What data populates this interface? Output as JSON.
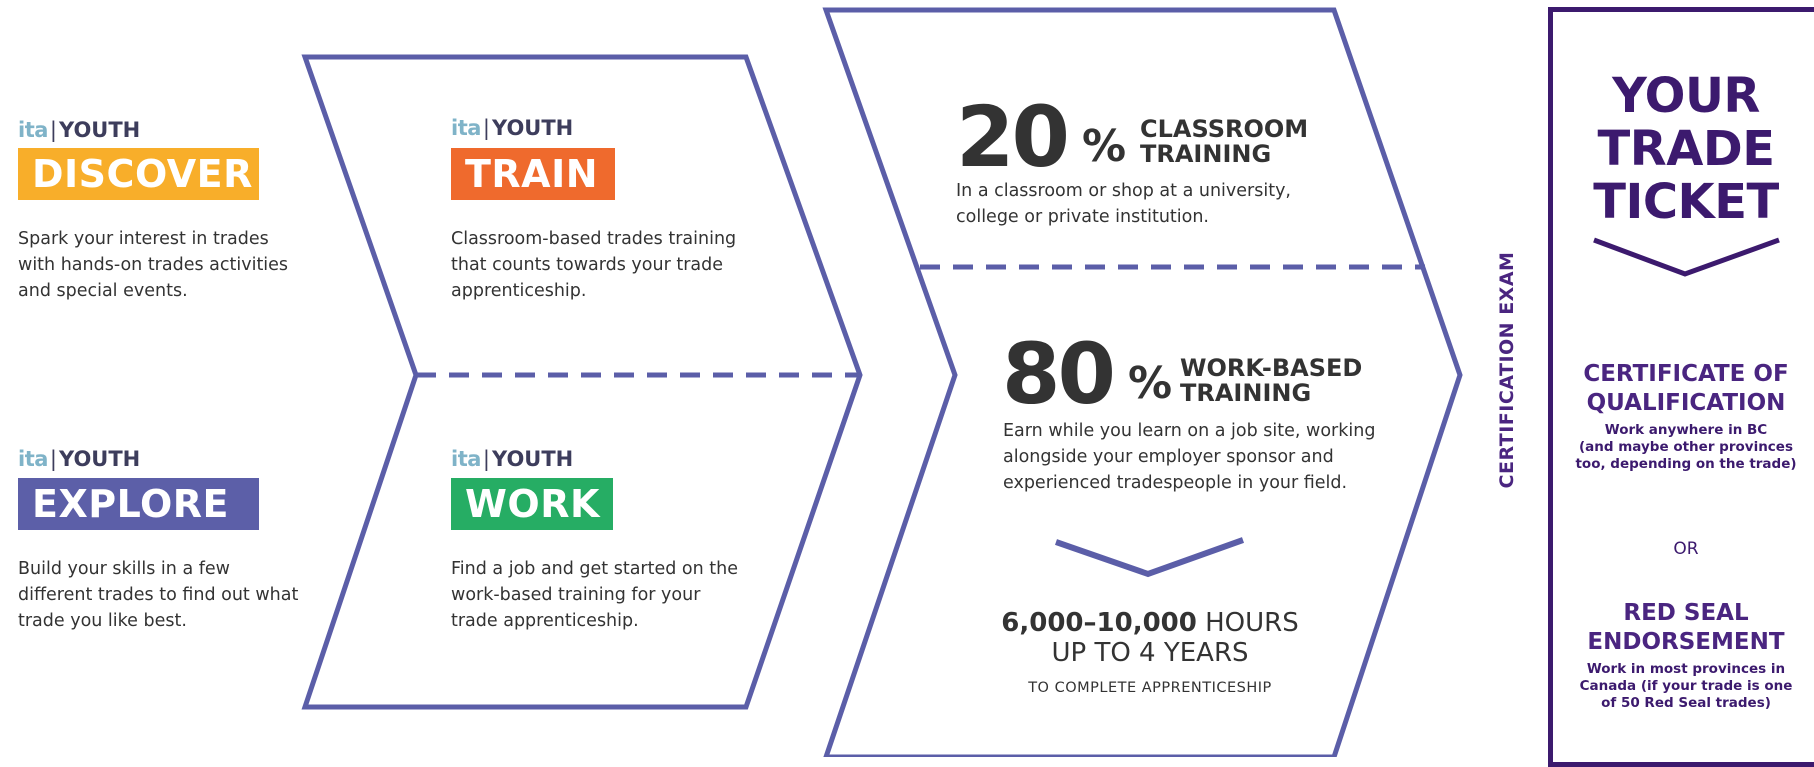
{
  "brand": {
    "prefix": "ita",
    "suffix": "YOUTH"
  },
  "colors": {
    "frame": "#5b5ea8",
    "discover": "#f8ae2a",
    "train": "#ef6a2d",
    "explore": "#5c5fa8",
    "work": "#26ad64",
    "ticket": "#3c1a6e"
  },
  "programs": {
    "discover": {
      "label": "DISCOVER",
      "description": "Spark your interest in trades with hands-on trades activities and special events."
    },
    "explore": {
      "label": "EXPLORE",
      "description": "Build your skills in a few different trades to find out what trade you like best."
    },
    "train": {
      "label": "TRAIN",
      "description": "Classroom-based trades training that counts towards your trade apprenticeship."
    },
    "work": {
      "label": "WORK",
      "description": "Find a job and get started on the work-based training for your trade apprenticeship."
    }
  },
  "apprenticeship": {
    "classroom": {
      "number": "20",
      "percent_sign": "%",
      "title_line1": "CLASSROOM",
      "title_line2": "TRAINING",
      "description": "In a classroom or shop at a university, college or private institution."
    },
    "work_based": {
      "number": "80",
      "percent_sign": "%",
      "title_line1": "WORK-BASED",
      "title_line2": "TRAINING",
      "description": "Earn while you learn on a job site, working alongside your employer sponsor and experienced tradespeople in your field."
    },
    "hours_range": "6,000–10,000",
    "hours_word": "HOURS",
    "years": "UP TO 4 YEARS",
    "complete": "TO COMPLETE APPRENTICESHIP"
  },
  "certification_exam": "CERTIFICATION EXAM",
  "ticket": {
    "title_line1": "YOUR",
    "title_line2": "TRADE",
    "title_line3": "TICKET",
    "option1": {
      "heading_line1": "CERTIFICATE OF",
      "heading_line2": "QUALIFICATION",
      "desc_line1": "Work anywhere in BC",
      "desc_line2": "(and maybe other provinces",
      "desc_line3": "too, depending on the trade)"
    },
    "or": "OR",
    "option2": {
      "heading_line1": "RED SEAL",
      "heading_line2": "ENDORSEMENT",
      "desc_line1": "Work in most provinces in",
      "desc_line2": "Canada (if your trade is one",
      "desc_line3": "of 50 Red Seal trades)"
    }
  }
}
